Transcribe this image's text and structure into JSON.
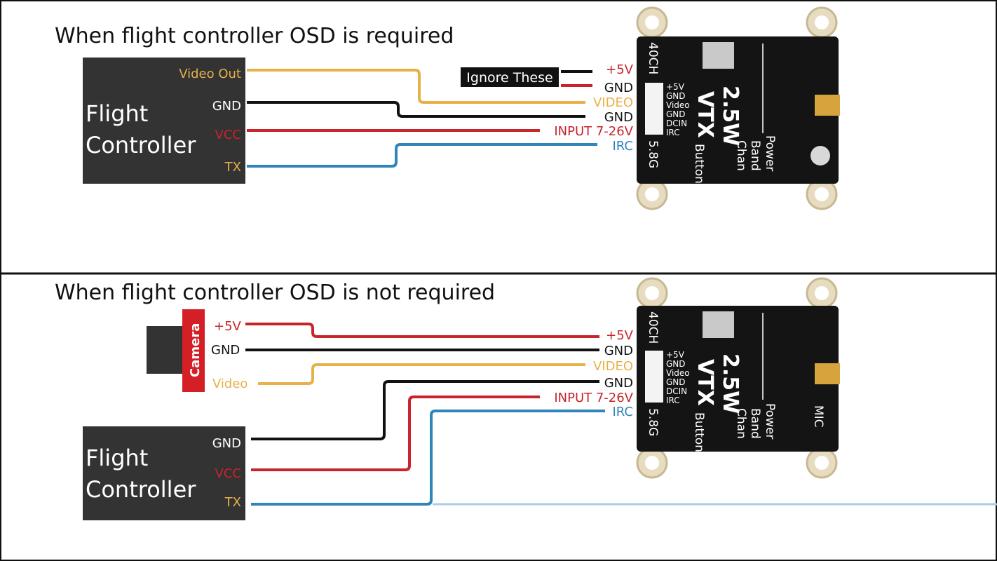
{
  "panels": [
    {
      "title": "When flight controller OSD is required",
      "fc": {
        "line1": "Flight",
        "line2": "Controller"
      },
      "fc_pins": [
        "Video Out",
        "GND",
        "VCC",
        "TX"
      ],
      "ignore_label": "Ignore These",
      "vtx_labels": [
        "+5V",
        "GND",
        "VIDEO",
        "GND",
        "INPUT 7-26V",
        "IRC"
      ]
    },
    {
      "title": "When flight controller OSD is not required",
      "camera": {
        "label": "Camera",
        "pins": [
          "+5V",
          "GND",
          "Video"
        ]
      },
      "fc": {
        "line1": "Flight",
        "line2": "Controller"
      },
      "fc_pins": [
        "GND",
        "VCC",
        "TX"
      ],
      "vtx_labels": [
        "+5V",
        "GND",
        "VIDEO",
        "GND",
        "INPUT 7-26V",
        "IRC"
      ]
    }
  ],
  "vtx_board": {
    "channels": "40CH",
    "band": "5.8G",
    "model": "VTX",
    "power": "2.5W",
    "pads": [
      "+5V",
      "GND",
      "Video",
      "GND",
      "DCIN",
      "IRC"
    ],
    "buttons": [
      "Button",
      "Chan",
      "Band",
      "Power"
    ],
    "mic": "MIC"
  },
  "colors": {
    "yellow": "#e8b04a",
    "red": "#c8242b",
    "black": "#111111",
    "blue": "#2f86b8",
    "fc_box": "#333333",
    "board": "#141414",
    "camera": "#d41f26"
  }
}
